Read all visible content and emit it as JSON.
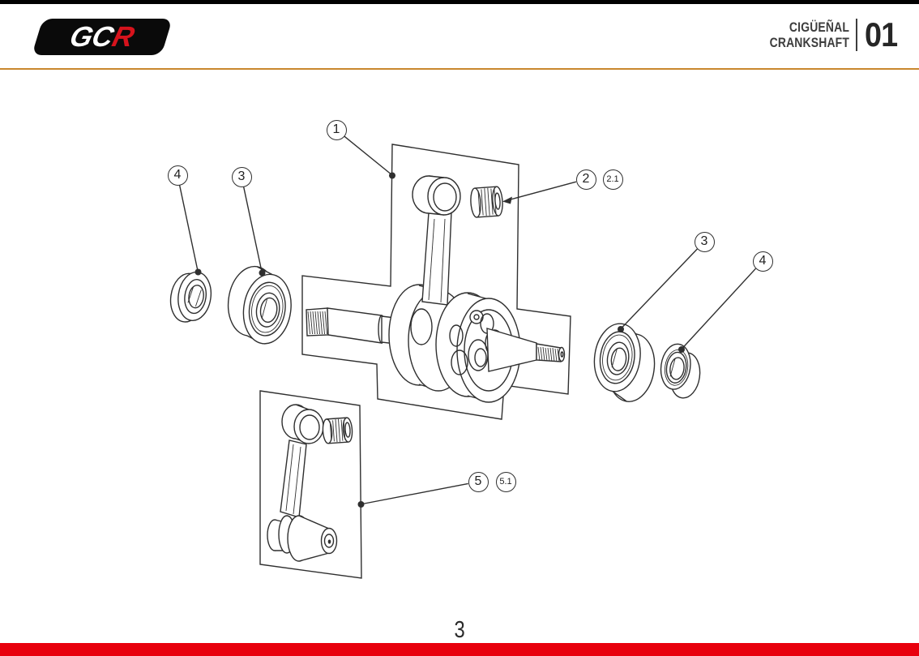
{
  "header": {
    "logo": {
      "white_letters": "GC",
      "red_letter": "R"
    },
    "title_es": "CIGÜEÑAL",
    "title_en": "CRANKSHAFT",
    "section_number": "01"
  },
  "diagram": {
    "callouts": [
      {
        "label": "1"
      },
      {
        "label": "2"
      },
      {
        "label": "2.1"
      },
      {
        "label": "4"
      },
      {
        "label": "3"
      },
      {
        "label": "3"
      },
      {
        "label": "4"
      },
      {
        "label": "5"
      },
      {
        "label": "5.1"
      }
    ]
  },
  "footer": {
    "page_number": "3"
  },
  "colors": {
    "top_bar": "#000000",
    "header_rule": "#c9872e",
    "footer_bar": "#e8000d",
    "logo_red": "#d6131c",
    "line_color": "#2f2f2f",
    "text_color": "#3d3d3d"
  }
}
